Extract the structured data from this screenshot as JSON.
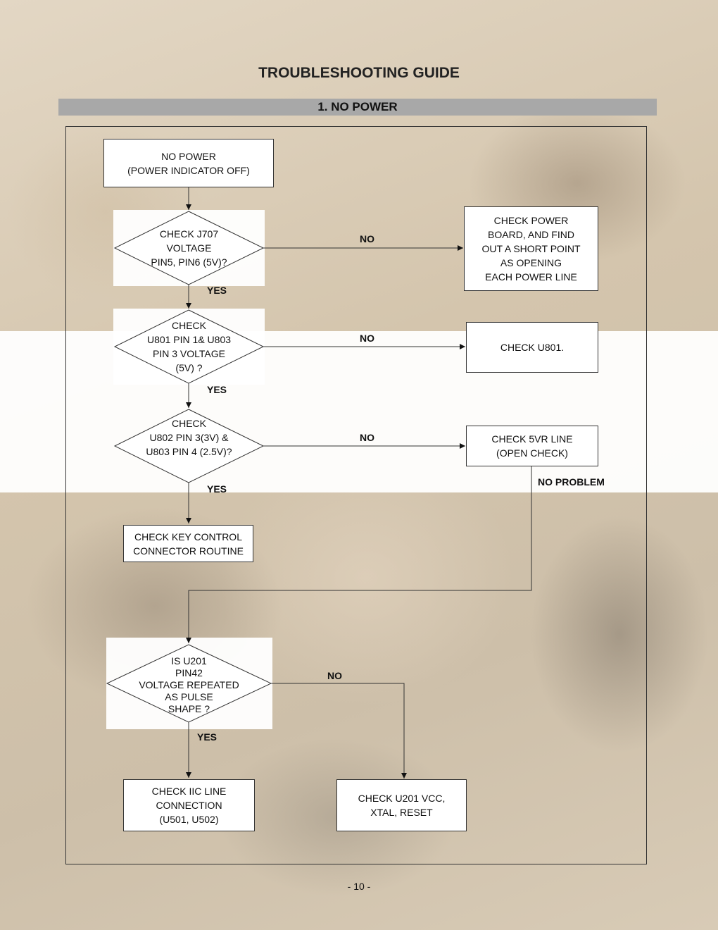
{
  "title": "TROUBLESHOOTING GUIDE",
  "section": "1. NO POWER",
  "flow": {
    "start": "NO POWER\n(POWER INDICATOR OFF)",
    "d1": "CHECK J707\nVOLTAGE\nPIN5, PIN6 (5V)?",
    "r1": "CHECK POWER\nBOARD, AND FIND\nOUT A SHORT POINT\nAS OPENING\nEACH POWER LINE",
    "d2": "CHECK\nU801 PIN 1& U803\nPIN 3 VOLTAGE\n(5V) ?",
    "r2": "CHECK U801.",
    "d3": "CHECK\nU802 PIN 3(3V)  &\nU803 PIN 4 (2.5V)?",
    "r3": "CHECK  5VR LINE\n(OPEN CHECK)",
    "key": "CHECK KEY CONTROL\nCONNECTOR ROUTINE",
    "d4": "IS U201\nPIN42\nVOLTAGE REPEATED\nAS PULSE\nSHAPE ?",
    "iic": "CHECK IIC LINE\nCONNECTION\n(U501, U502)",
    "u201": "CHECK U201 VCC,\nXTAL, RESET"
  },
  "labels": {
    "no": "NO",
    "yes": "YES",
    "no_problem": "NO PROBLEM"
  },
  "page_number": "- 10 -"
}
